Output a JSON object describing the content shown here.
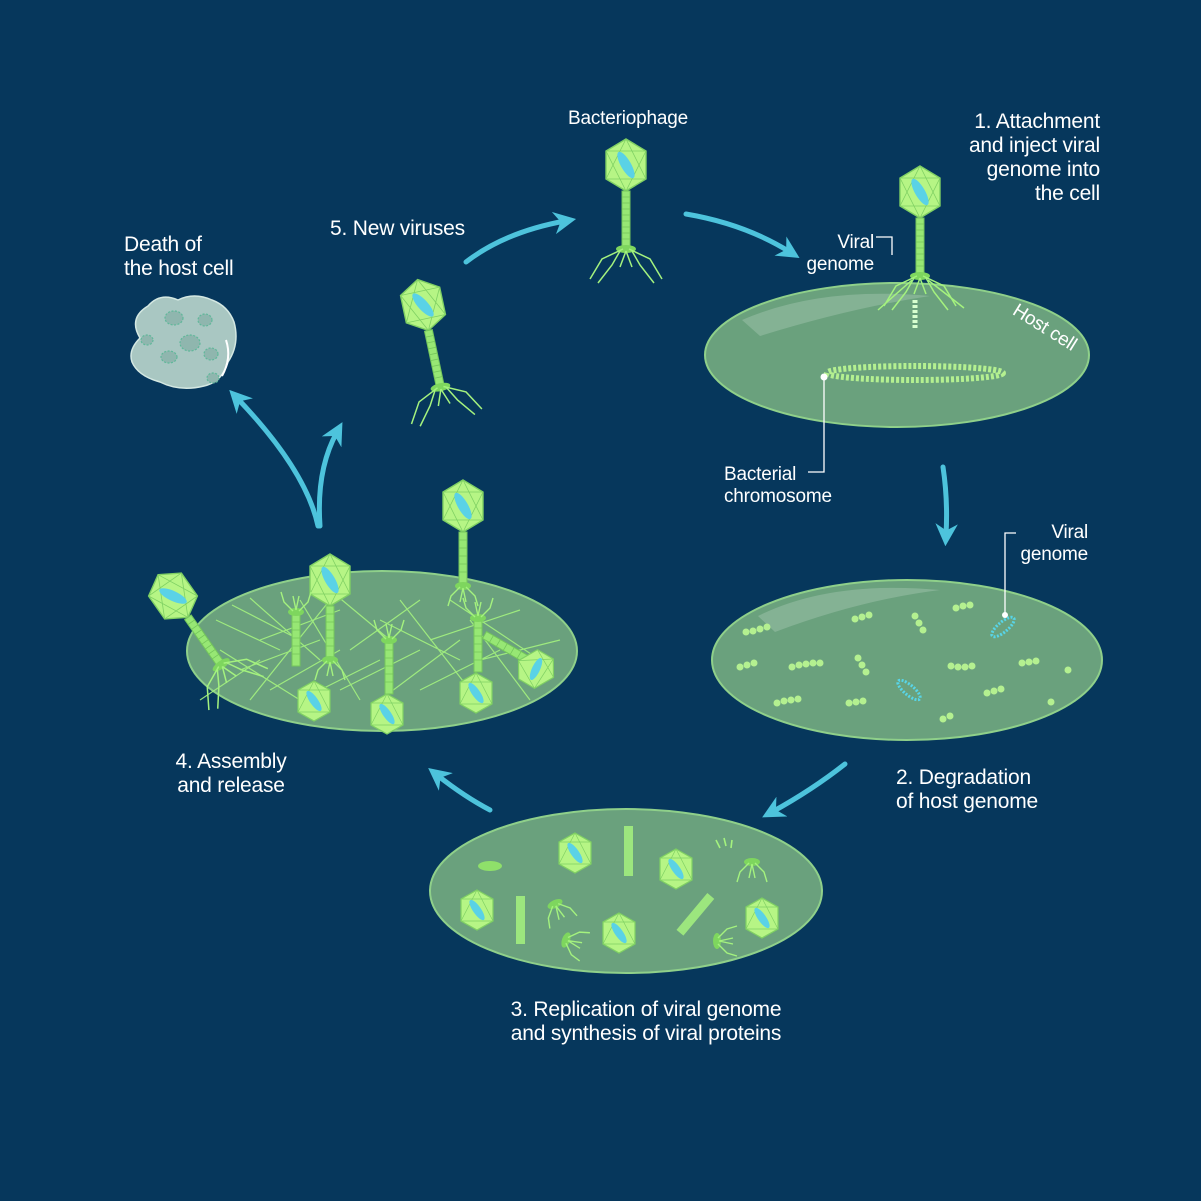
{
  "colors": {
    "background": "#06375c",
    "cell_fill": "#6aa17d",
    "cell_stroke": "#8fd08a",
    "phage_green": "#a4f27e",
    "genome_blue": "#58d5e8",
    "arrow": "#4dc3dc",
    "dead_cell": "#a9c7c2"
  },
  "labels": {
    "bacteriophage": "Bacteriophage",
    "step1": [
      "1. Attachment",
      "and inject viral",
      "genome into",
      "the cell"
    ],
    "viral_genome_top": [
      "Viral",
      "genome"
    ],
    "host_cell": "Host cell",
    "bacterial_chromosome": [
      "Bacterial",
      "chromosome"
    ],
    "viral_genome_step2": [
      "Viral",
      "genome"
    ],
    "step2": [
      "2. Degradation",
      "of host genome"
    ],
    "step3": [
      "3. Replication of viral genome",
      "and synthesis of viral proteins"
    ],
    "step4": [
      "4. Assembly",
      "and release"
    ],
    "step5": "5. New viruses",
    "death": [
      "Death of",
      "the host cell"
    ]
  }
}
